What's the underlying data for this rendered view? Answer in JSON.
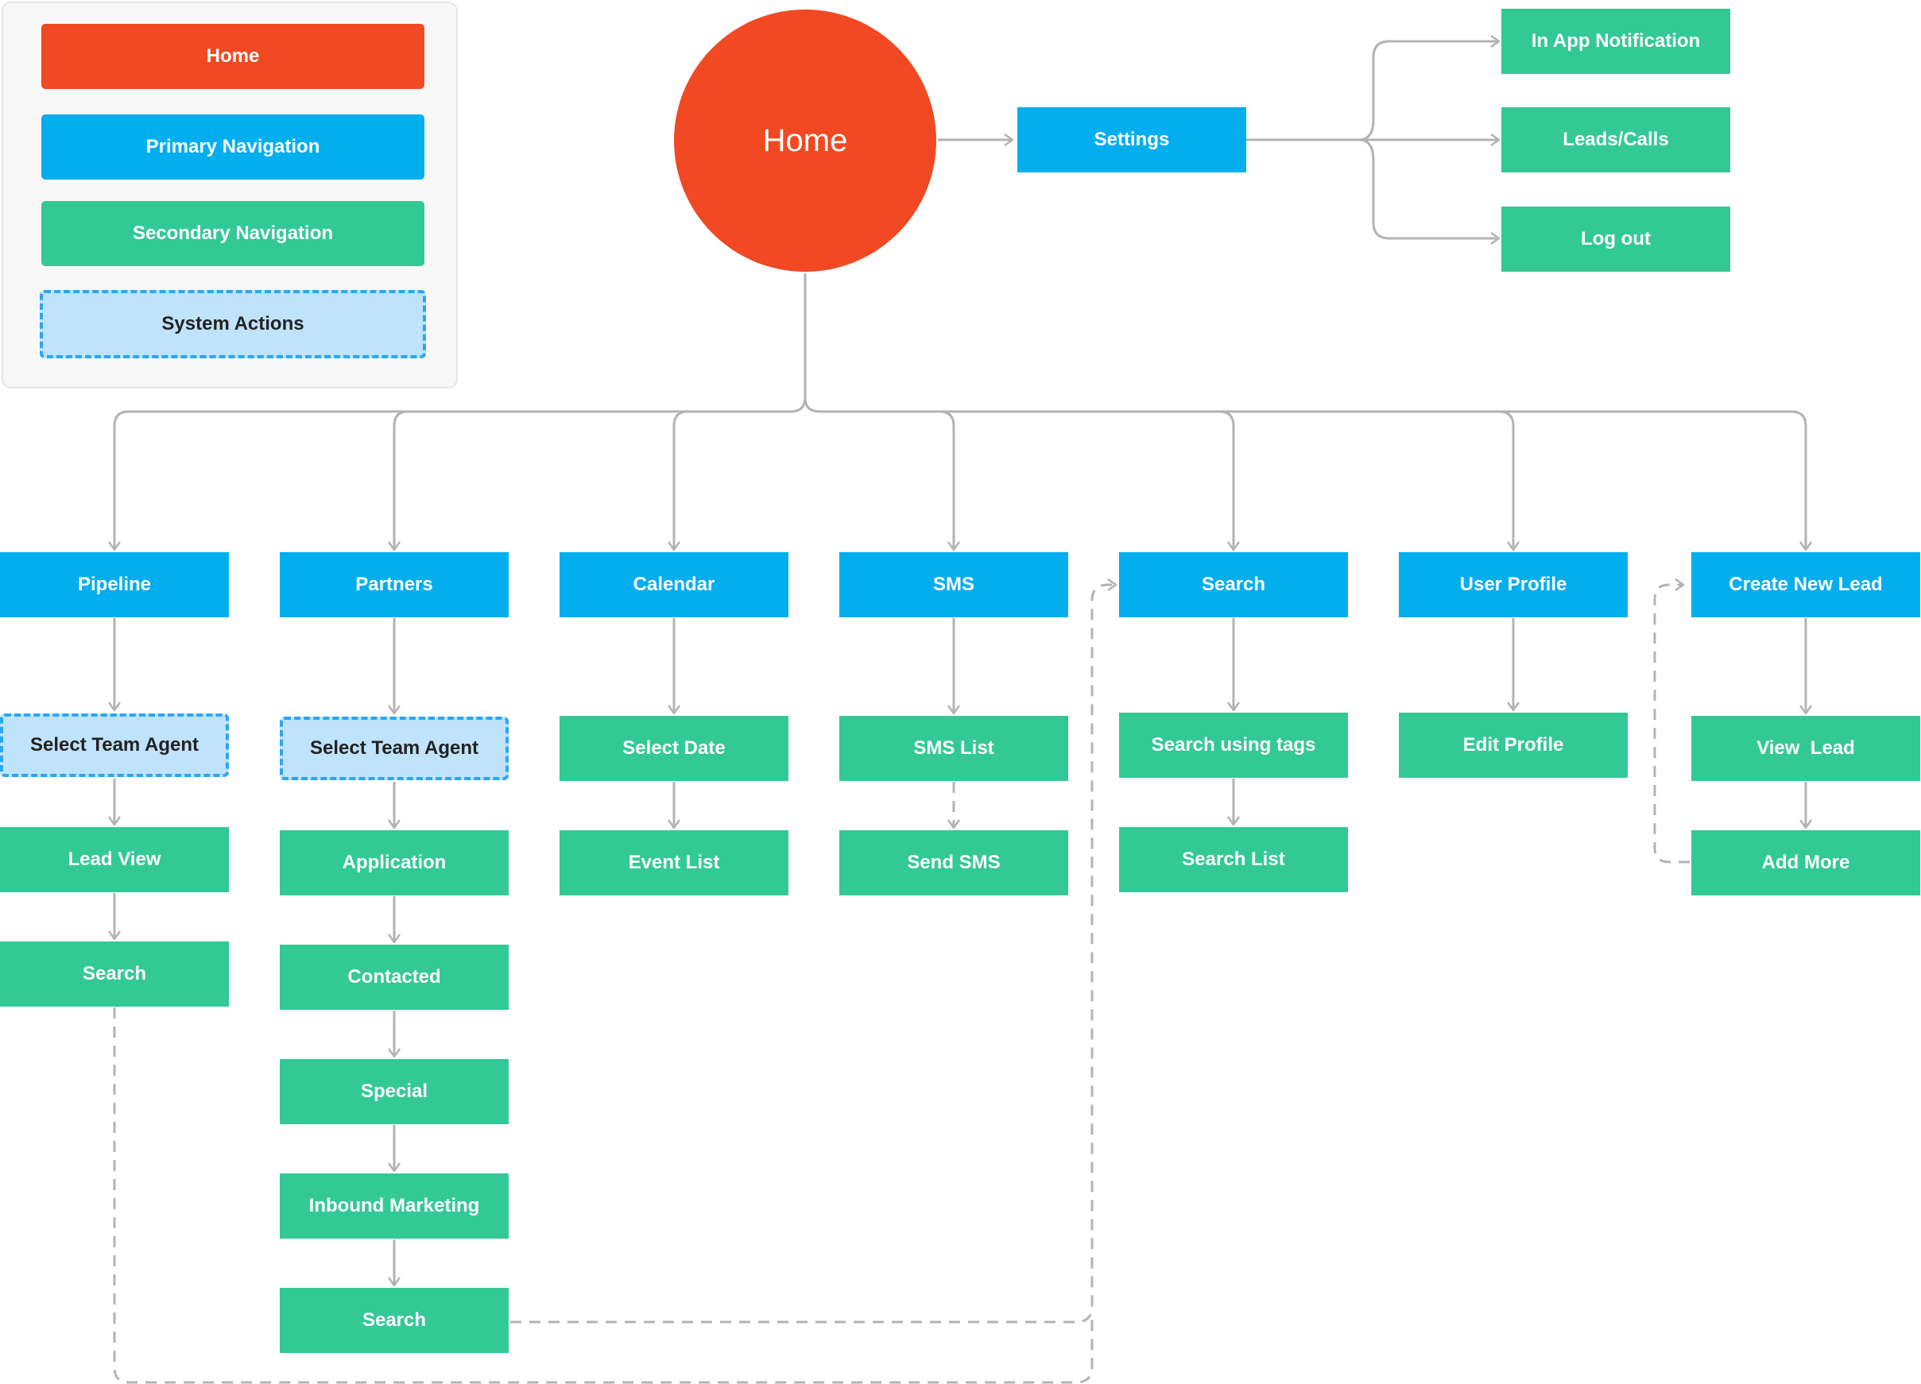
{
  "legend": {
    "home": "Home",
    "primary": "Primary Navigation",
    "secondary": "Secondary Navigation",
    "system": "System Actions"
  },
  "root": {
    "label": "Home"
  },
  "settings": {
    "label": "Settings",
    "children": [
      "In App Notification",
      "Leads/Calls",
      "Log out"
    ]
  },
  "columns": [
    {
      "label": "Pipeline",
      "children": [
        {
          "label": "Select Team Agent",
          "kind": "system"
        },
        {
          "label": "Lead View",
          "kind": "secondary"
        },
        {
          "label": "Search",
          "kind": "secondary"
        }
      ]
    },
    {
      "label": "Partners",
      "children": [
        {
          "label": "Select Team Agent",
          "kind": "system"
        },
        {
          "label": "Application",
          "kind": "secondary"
        },
        {
          "label": "Contacted",
          "kind": "secondary"
        },
        {
          "label": "Special",
          "kind": "secondary"
        },
        {
          "label": "Inbound Marketing",
          "kind": "secondary"
        },
        {
          "label": "Search",
          "kind": "secondary"
        }
      ]
    },
    {
      "label": "Calendar",
      "children": [
        {
          "label": "Select Date",
          "kind": "secondary"
        },
        {
          "label": "Event List",
          "kind": "secondary"
        }
      ]
    },
    {
      "label": "SMS",
      "children": [
        {
          "label": "SMS List",
          "kind": "secondary"
        },
        {
          "label": "Send SMS",
          "kind": "secondary"
        }
      ]
    },
    {
      "label": "Search",
      "children": [
        {
          "label": "Search using tags",
          "kind": "secondary"
        },
        {
          "label": "Search List",
          "kind": "secondary"
        }
      ]
    },
    {
      "label": "User Profile",
      "children": [
        {
          "label": "Edit Profile",
          "kind": "secondary"
        }
      ]
    },
    {
      "label": "Create New Lead",
      "children": [
        {
          "label": "View  Lead",
          "kind": "secondary"
        },
        {
          "label": "Add More",
          "kind": "secondary"
        }
      ]
    }
  ],
  "colors": {
    "home": "#f04923",
    "primary": "#03aeef",
    "secondary": "#33c995",
    "system_fill": "#bfe3fb",
    "system_border": "#2aa6f2",
    "connector": "#b3b3b3"
  }
}
